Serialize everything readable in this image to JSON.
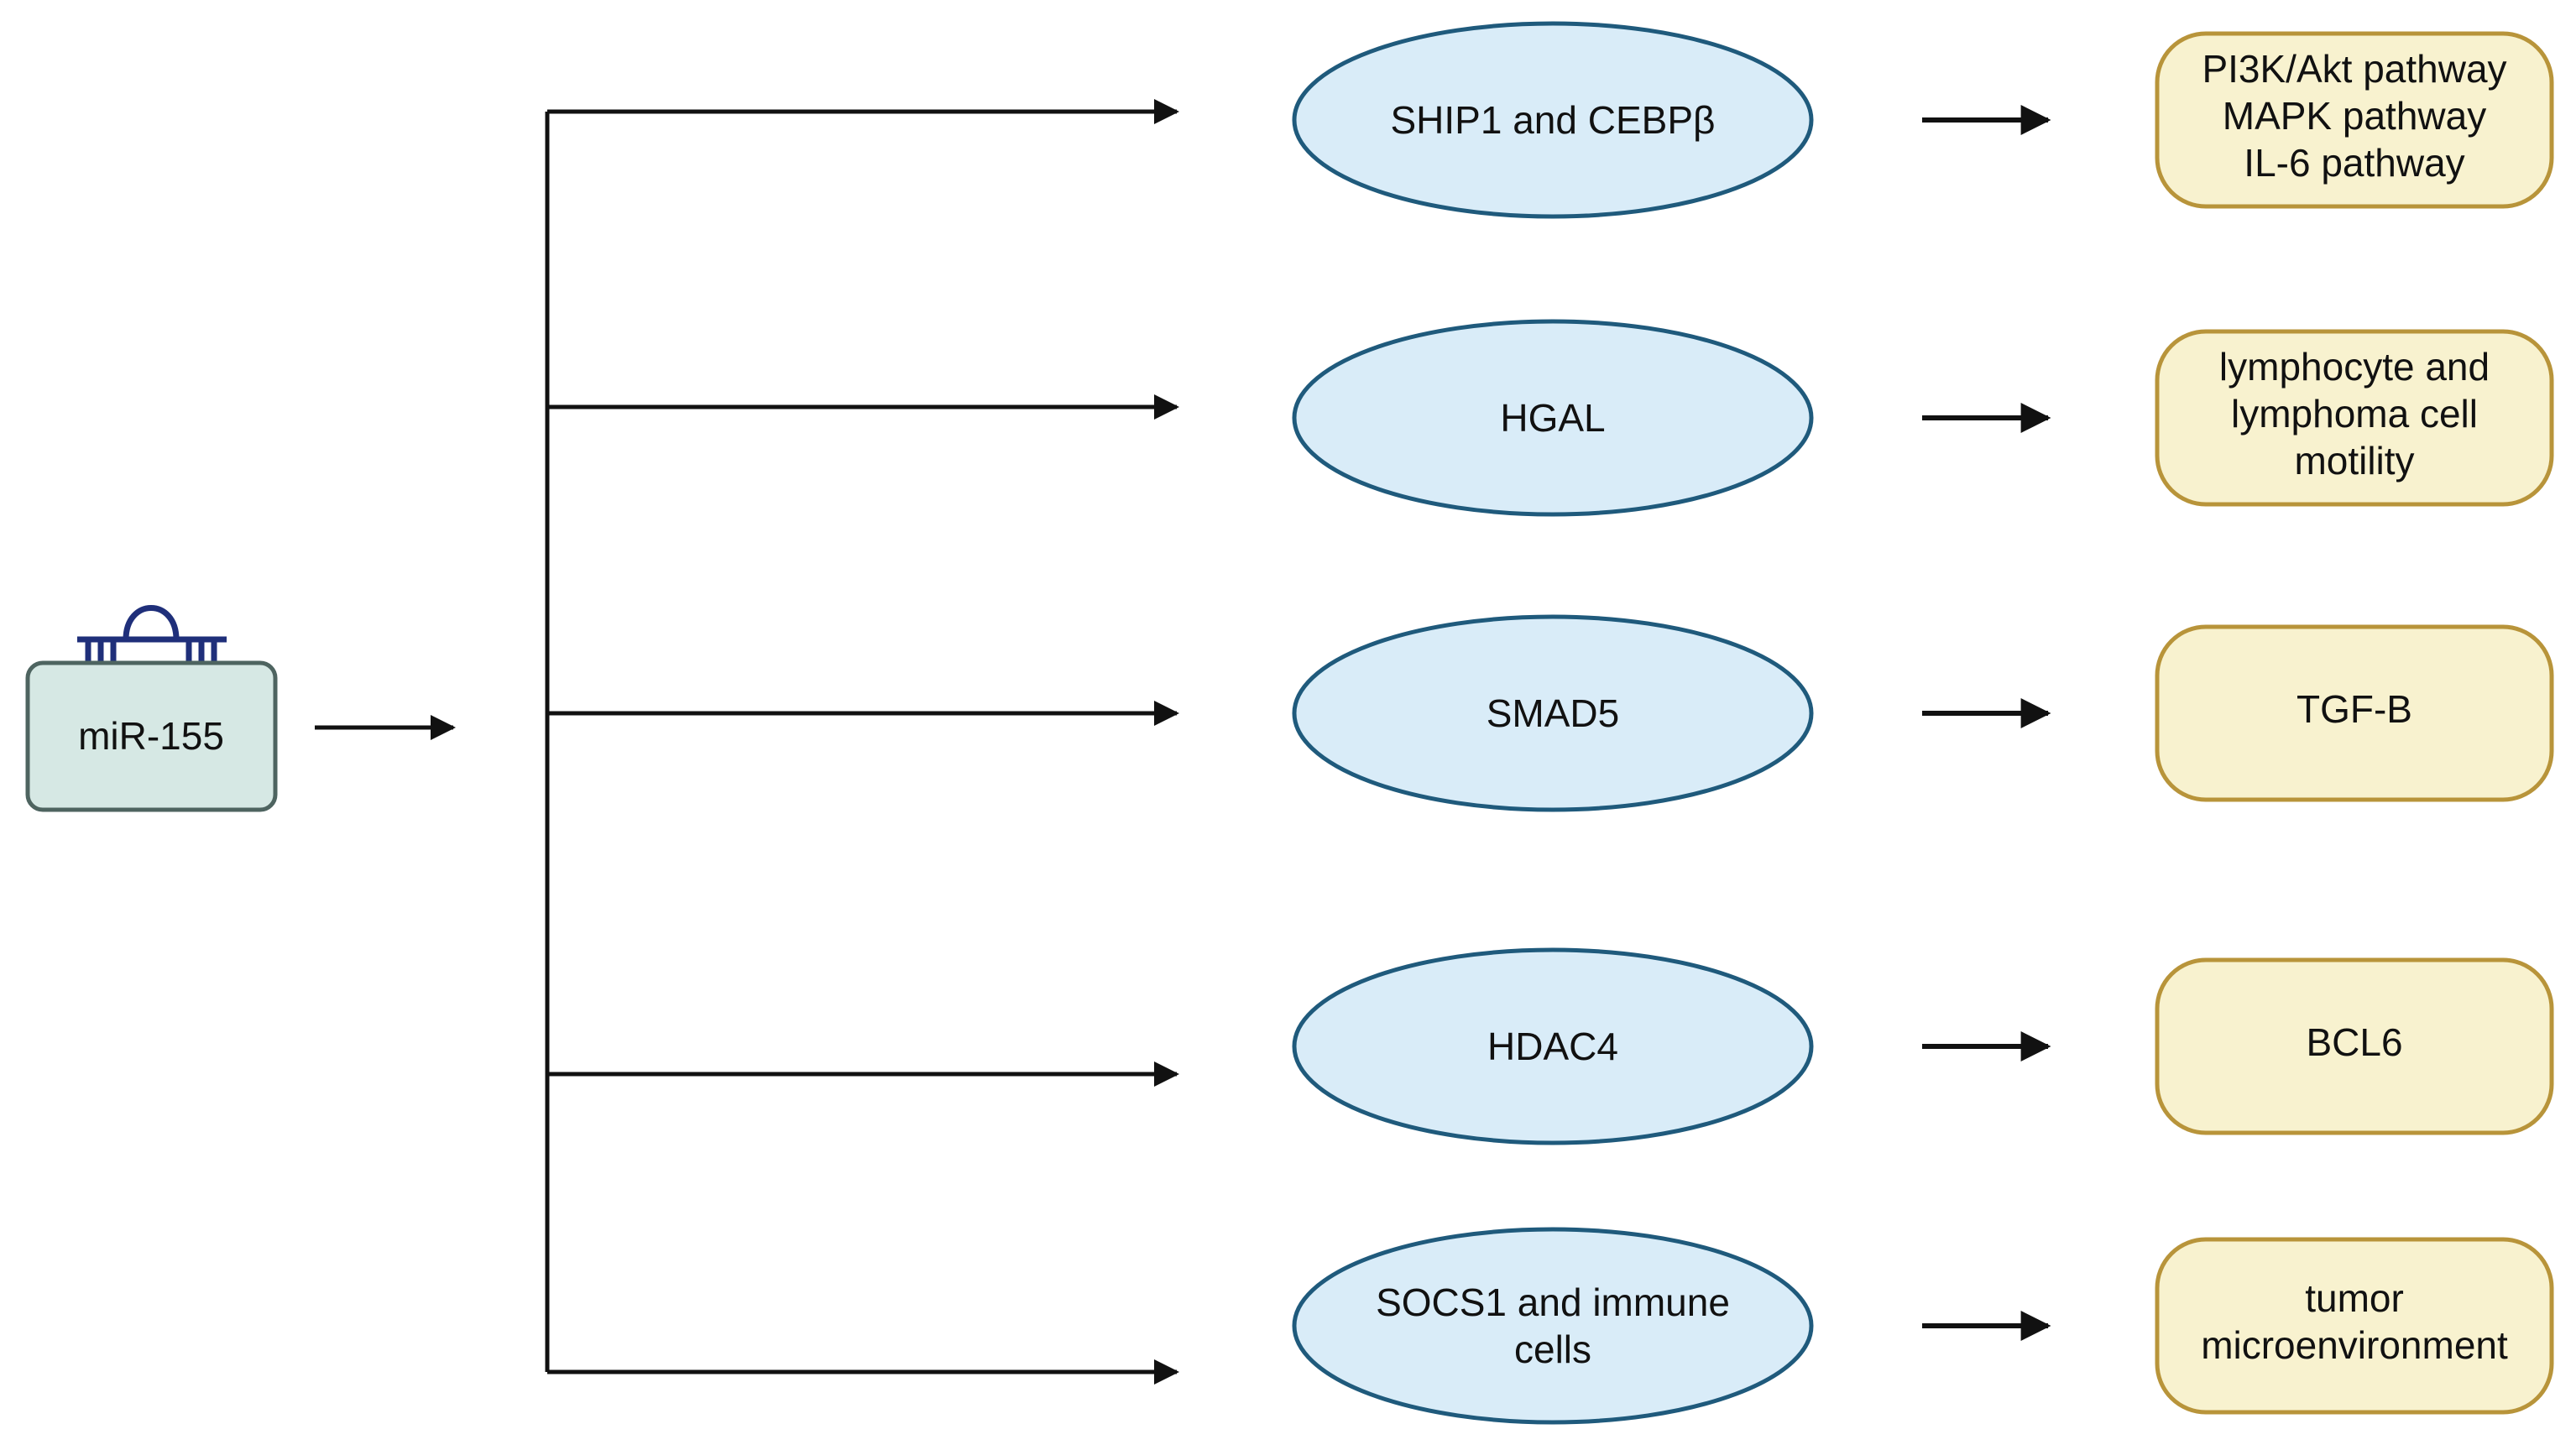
{
  "colors": {
    "line": "#111111",
    "ellipse_fill": "#d9ecf8",
    "ellipse_stroke": "#1f5a7c",
    "result_fill": "#f8f2cf",
    "result_stroke": "#b8943a",
    "source_fill": "#d6e8e4",
    "source_stroke": "#4e6460",
    "rna_icon": "#1f2f7a"
  },
  "source": {
    "label": "miR-155",
    "icon": "rna-hairpin-icon"
  },
  "targets": [
    {
      "label_lines": [
        "SHIP1 and CEBPβ"
      ]
    },
    {
      "label_lines": [
        "HGAL"
      ]
    },
    {
      "label_lines": [
        "SMAD5"
      ]
    },
    {
      "label_lines": [
        "HDAC4"
      ]
    },
    {
      "label_lines": [
        "SOCS1 and immune",
        "cells"
      ]
    }
  ],
  "effects": [
    {
      "label_lines": [
        "PI3K/Akt pathway",
        "MAPK pathway",
        "IL-6 pathway"
      ]
    },
    {
      "label_lines": [
        "lymphocyte and",
        "lymphoma cell",
        "motility"
      ]
    },
    {
      "label_lines": [
        "TGF-B"
      ]
    },
    {
      "label_lines": [
        "BCL6"
      ]
    },
    {
      "label_lines": [
        "tumor",
        "microenvironment"
      ]
    }
  ]
}
